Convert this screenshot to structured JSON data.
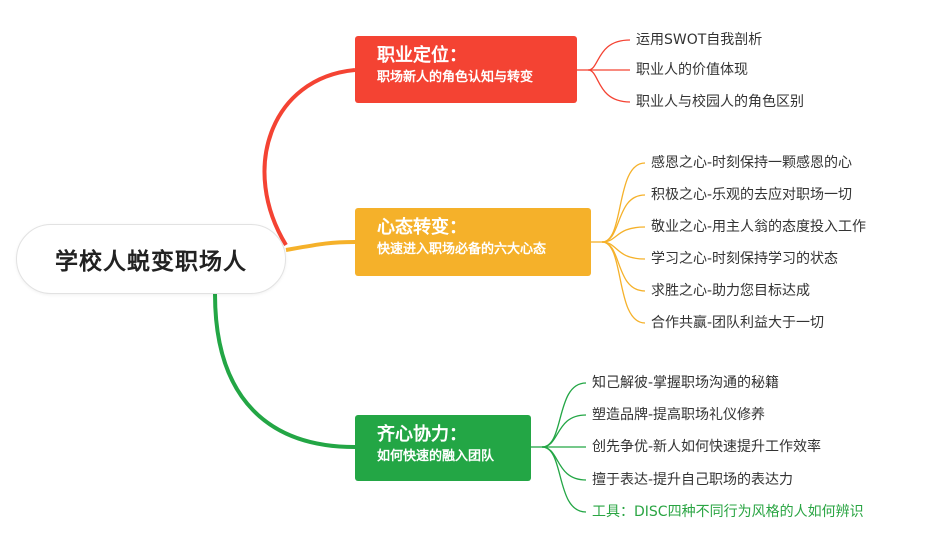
{
  "root": {
    "label": "学校人蜕变职场人"
  },
  "colors": {
    "red": "#f44333",
    "yellow": "#f5b12a",
    "green": "#23a645"
  },
  "branches": [
    {
      "title": "职业定位：",
      "subtitle": "职场新人的角色认知与转变",
      "items": [
        "运用SWOT自我剖析",
        "职业人的价值体现",
        "职业人与校园人的角色区别"
      ]
    },
    {
      "title": "心态转变：",
      "subtitle": "快速进入职场必备的六大心态",
      "items": [
        "感恩之心-时刻保持一颗感恩的心",
        "积极之心-乐观的去应对职场一切",
        "敬业之心-用主人翁的态度投入工作",
        "学习之心-时刻保持学习的状态",
        "求胜之心-助力您目标达成",
        "合作共赢-团队利益大于一切"
      ]
    },
    {
      "title": "齐心协力：",
      "subtitle": "如何快速的融入团队",
      "items": [
        "知己解彼-掌握职场沟通的秘籍",
        "塑造品牌-提高职场礼仪修养",
        "创先争优-新人如何快速提升工作效率",
        "擅于表达-提升自己职场的表达力",
        "工具：DISC四种不同行为风格的人如何辨识"
      ]
    }
  ]
}
